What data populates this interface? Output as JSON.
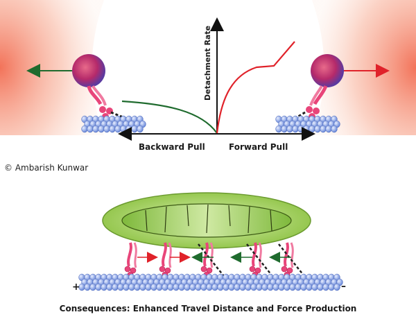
{
  "graph": {
    "y_label": "Detachment Rate",
    "x_label_left": "Backward Pull",
    "x_label_right": "Forward Pull"
  },
  "copyright": "© Ambarish Kunwar",
  "caption": "Consequences: Enhanced Travel Distance and Force Production",
  "polarity": {
    "plus": "+",
    "minus": "–"
  },
  "colors": {
    "backward_curve": "#1f6b2e",
    "forward_curve": "#e0222a",
    "cargo_green": "#9ccc54",
    "bead": "#b52a6a",
    "motor_pink": "#e8457a",
    "microtubule": "#6a86d8"
  }
}
